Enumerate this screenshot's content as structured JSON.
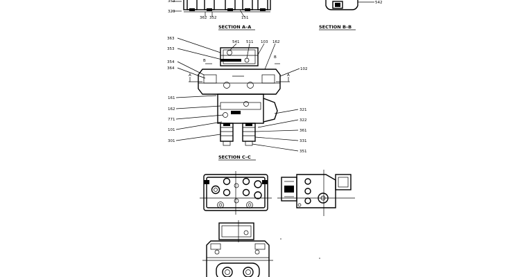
{
  "sections": {
    "a_a": "SECTION  A–A",
    "b_b": "SECTION  B–B",
    "c_c": "SECTION  C–C"
  },
  "section_markers": {
    "a_left": "A",
    "a_right": "A",
    "b_left": "B",
    "b_right": "B"
  },
  "labels": {
    "p323": "323",
    "p353top": "353",
    "p362": "362",
    "p352": "352",
    "p151": "151",
    "p542": "542",
    "p363": "363",
    "p353": "353",
    "p354": "354",
    "p364": "364",
    "p541": "541",
    "p511": "511",
    "p103": "103",
    "p162a": "162",
    "p102": "102",
    "p161": "161",
    "p162b": "162",
    "p771": "771",
    "p101": "101",
    "p301": "301",
    "p321": "321",
    "p322": "322",
    "p361": "361",
    "p331": "331",
    "p351": "351"
  }
}
